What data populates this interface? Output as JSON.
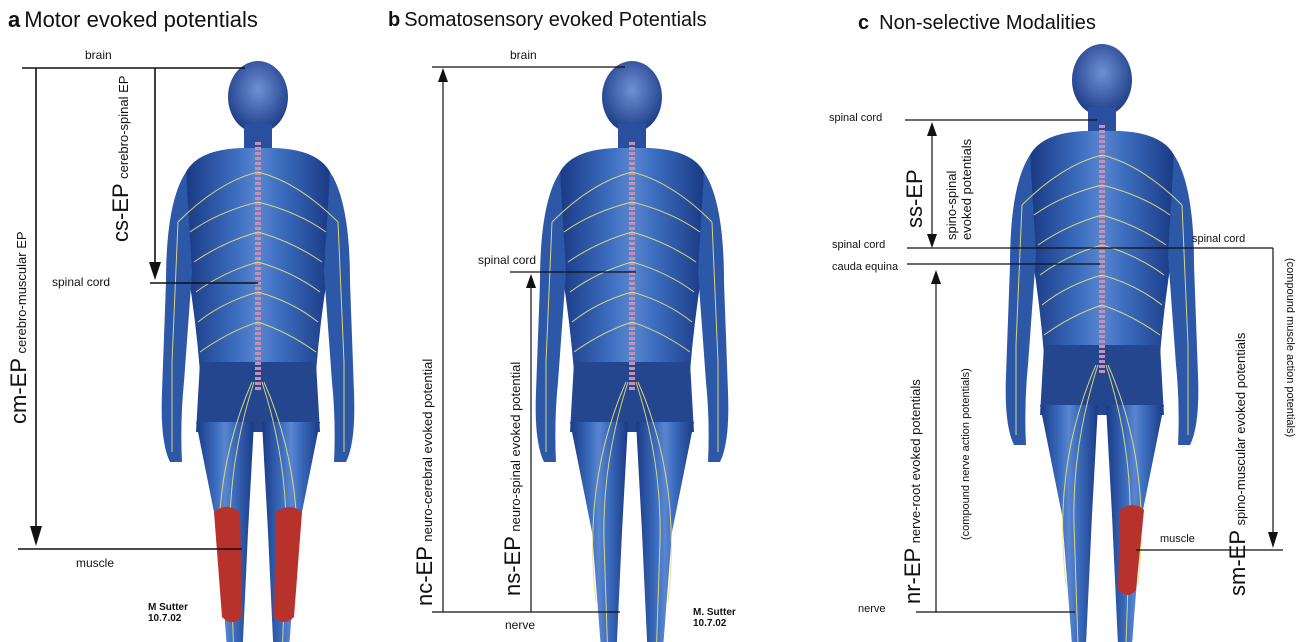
{
  "panels": {
    "a": {
      "letter": "a",
      "title": "Motor evoked potentials",
      "brain": "brain",
      "spinal_cord": "spinal cord",
      "muscle": "muscle",
      "cs_main": "cs-EP",
      "cs_sub": "cerebro-spinal EP",
      "cm_main": "cm-EP",
      "cm_sub": "cerebro-muscular EP",
      "signature_name": "M Sutter",
      "signature_date": "10.7.02"
    },
    "b": {
      "letter": "b",
      "title": "Somatosensory evoked Potentials",
      "brain": "brain",
      "spinal_cord": "spinal cord",
      "nerve": "nerve",
      "nc_main": "nc-EP",
      "nc_sub": "neuro-cerebral evoked potential",
      "ns_main": "ns-EP",
      "ns_sub": "neuro-spinal evoked potential",
      "signature_name": "M. Sutter",
      "signature_date": "10.7.02"
    },
    "c": {
      "letter": "c",
      "title": "Non-selective Modalities",
      "spinal_cord_top": "spinal cord",
      "spinal_cord_mid": "spinal cord",
      "spinal_cord_right": "spinal cord",
      "cauda_equina": "cauda equina",
      "nerve": "nerve",
      "muscle": "muscle",
      "ss_main": "ss-EP",
      "ss_sub1": "spino-spinal",
      "ss_sub2": "evoked potentials",
      "nr_main": "nr-EP",
      "nr_sub": "nerve-root evoked potentials",
      "nr_paren": "(compound nerve action potentials)",
      "sm_main": "sm-EP",
      "sm_sub": "spino-muscular evoked potentials",
      "sm_paren": "(compound muscle action potentials)"
    }
  },
  "colors": {
    "body_blue": "#2f5fb0",
    "body_dark": "#0e2a66",
    "nerve_yellow": "#e8e27a",
    "muscle_red": "#b8322c",
    "line": "#111111"
  }
}
